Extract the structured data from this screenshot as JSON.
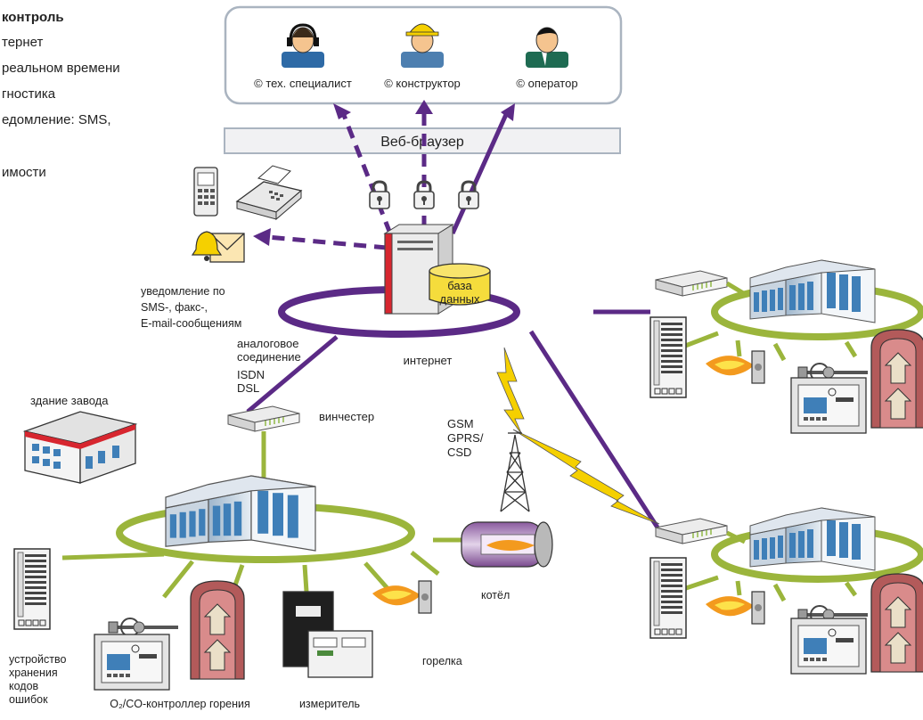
{
  "header_text": {
    "title": "контроль",
    "lines": [
      "тернет",
      "реальном времени",
      "гностика",
      "едомление: SMS,",
      "имости"
    ]
  },
  "users": [
    {
      "label": "© тех. специалист",
      "icon": "headset-operator-icon"
    },
    {
      "label": "© конструктор",
      "icon": "hardhat-worker-icon"
    },
    {
      "label": "© оператор",
      "icon": "business-person-icon"
    }
  ],
  "browser_label": "Веб-браузер",
  "server": {
    "db_line1": "база",
    "db_line2": "данных"
  },
  "notification": {
    "lines": [
      "уведомление по",
      "SMS-, факс-,",
      "E-mail-сообщениям"
    ]
  },
  "internet_label": "интернет",
  "connection": {
    "lines": [
      "аналоговое",
      "соединение",
      "ISDN",
      "DSL"
    ]
  },
  "router_label": "винчестер",
  "gsm": {
    "lines": [
      "GSM",
      "GPRS/",
      "CSD"
    ]
  },
  "plant_label": "здание завода",
  "devices": {
    "storage": [
      "устройство",
      "хранения",
      "кодов",
      "ошибок"
    ],
    "controller": "O₂/CO-контроллер горения",
    "meter": "измеритель",
    "burner": "горелка",
    "boiler": "котёл"
  },
  "colors": {
    "purple": "#5b2a86",
    "green": "#9bb53c",
    "flame": "#f39a1e",
    "db_yellow": "#f5dc3c",
    "server_red": "#d7262f",
    "glass_blue": "#3f7fb8"
  }
}
